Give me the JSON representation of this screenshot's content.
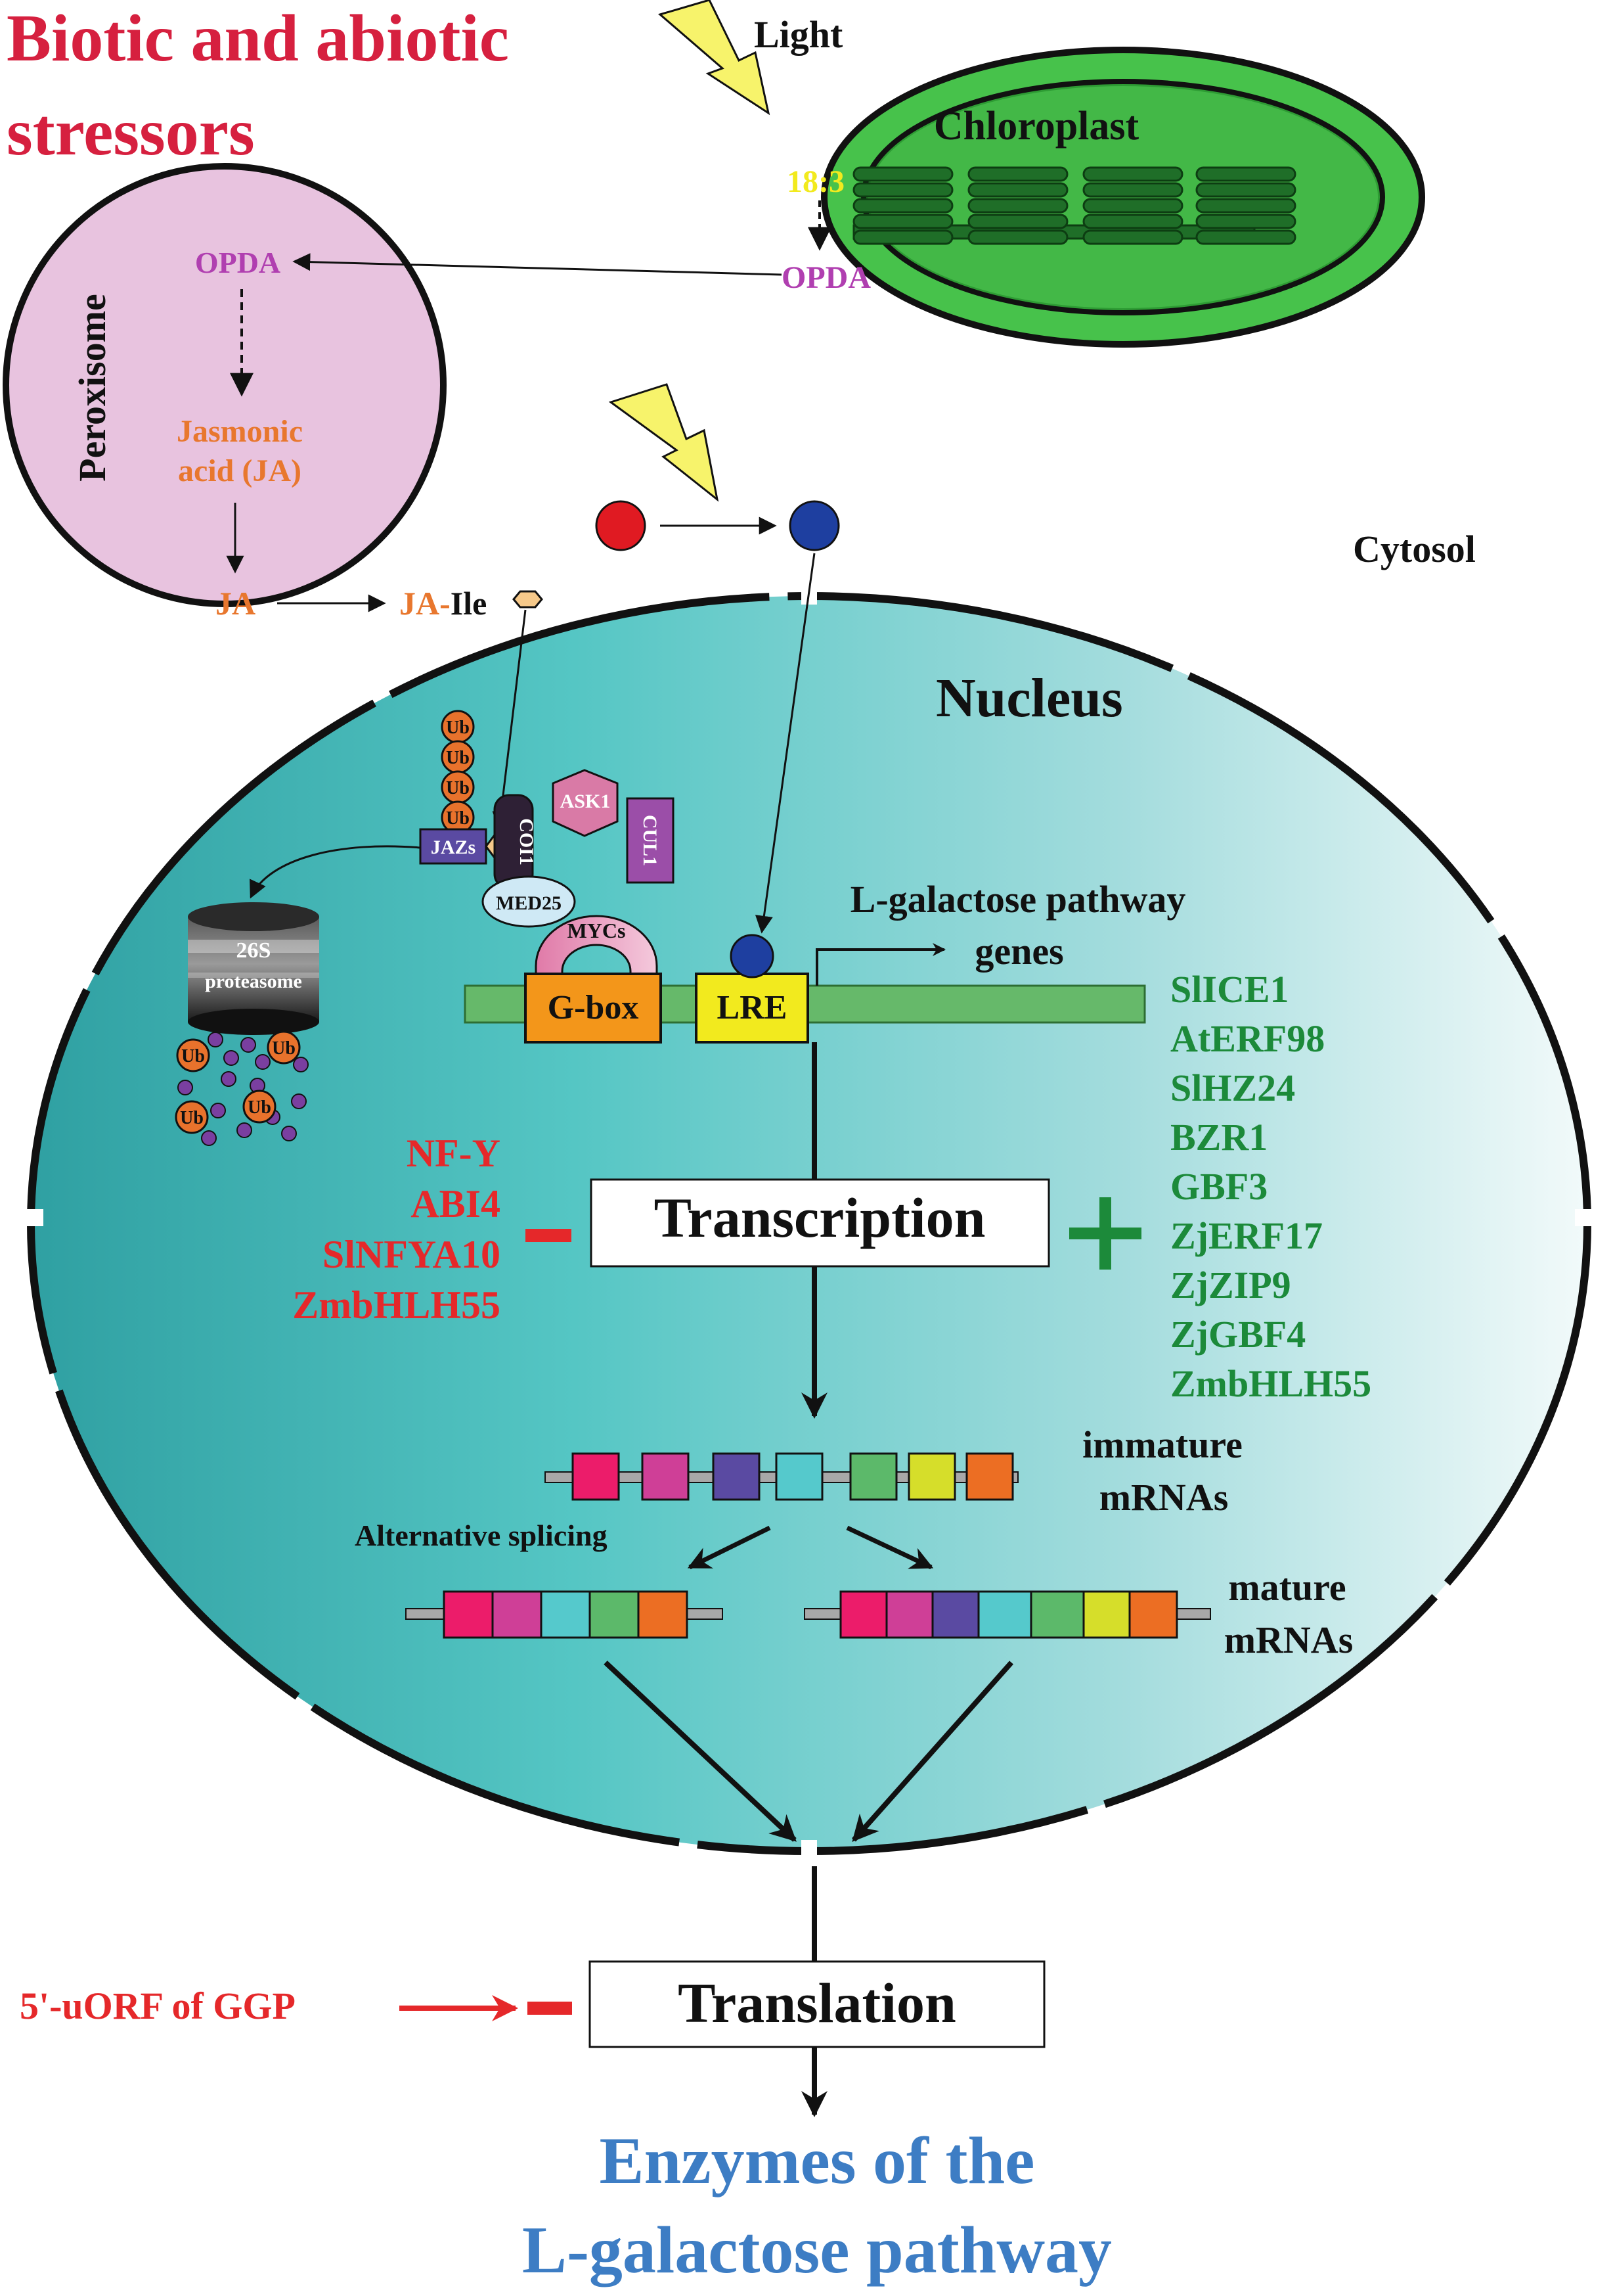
{
  "title": {
    "line1": "Biotic and abiotic",
    "line2": "stressors"
  },
  "light_label": "Light",
  "chloroplast": {
    "label": "Chloroplast",
    "fatty_acid": "18:3",
    "opda": "OPDA"
  },
  "peroxisome": {
    "label": "Peroxisome",
    "opda": "OPDA",
    "ja_line1": "Jasmonic",
    "ja_line2": "acid (JA)"
  },
  "cytosol_label": "Cytosol",
  "ja_conjugation": {
    "ja": "JA",
    "ja_prefix": "JA-",
    "ile": "Ile"
  },
  "nucleus_label": "Nucleus",
  "ubiquitin": "Ub",
  "complex": {
    "jazs": "JAZs",
    "coi1": "COI1",
    "ask1": "ASK1",
    "cul1": "CUL1",
    "med25": "MED25",
    "mycs": "MYCs"
  },
  "proteasome": {
    "line1": "26S",
    "line2": "proteasome"
  },
  "promoter": {
    "gbox": "G-box",
    "lre": "LRE",
    "genes_line1": "L-galactose pathway",
    "genes_line2": "genes"
  },
  "transcription": {
    "label": "Transcription",
    "minus": "−",
    "plus": "+",
    "repressors": [
      "NF-Y",
      "ABI4",
      "SlNFYA10",
      "ZmbHLH55"
    ],
    "activators": [
      "SlICE1",
      "AtERF98",
      "SlHZ24",
      "BZR1",
      "GBF3",
      "ZjERF17",
      "ZjZIP9",
      "ZjGBF4",
      "ZmbHLH55"
    ]
  },
  "mrna": {
    "immature_line1": "immature",
    "immature_line2": "mRNAs",
    "alt_splicing": "Alternative splicing",
    "mature_line1": "mature",
    "mature_line2": "mRNAs"
  },
  "translation": {
    "label": "Translation",
    "regulator": "5'-uORF of GGP",
    "minus": "−"
  },
  "output": {
    "line1": "Enzymes of the",
    "line2": "L-galactose pathway"
  },
  "colors": {
    "title_red": "#d6203f",
    "repressor_red": "#e5282a",
    "activator_green": "#1c8a3a",
    "opda_magenta": "#b03fb0",
    "ja_orange": "#e8772e",
    "output_blue": "#3d7dc4",
    "fatty_acid_yellow": "#f2ea1e",
    "nucleus_dark": "#2fa8a8",
    "nucleus_mid": "#58c9c6",
    "peroxisome_pink": "#e8c3df",
    "chloroplast_green": "#47c24b"
  },
  "exon_colors": [
    "#ec1c6a",
    "#cf3f97",
    "#5a4aa2",
    "#55c9cc",
    "#5cb96a",
    "#d6de2a",
    "#ec6e23"
  ]
}
